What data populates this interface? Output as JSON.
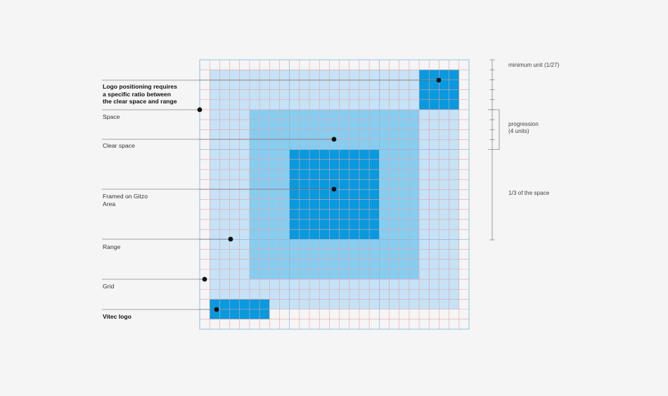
{
  "labels": {
    "intro": "Logo positioning requires\na specific ratio between\nthe clear space and range",
    "space": "Space",
    "clear_space": "Clear space",
    "framed": "Framed on Gitzo\nArea",
    "range": "Range",
    "grid": "Grid",
    "vitec_logo": "Vitec logo"
  },
  "scale_labels": {
    "minimum_unit": "minimum unit (1/27)",
    "progression": "progression\n(4 units)",
    "third": "1/3 of the space"
  },
  "grid": {
    "units": 27
  },
  "colors": {
    "background": "#f5f5f5",
    "grid_line": "#e6a3a8",
    "grid_border": "#7fb3d3",
    "range_fill": "#c5e2f6",
    "clear_fill": "#86cdf0",
    "logo_fill": "#0899de",
    "leader": "#555555",
    "dot": "#111111"
  }
}
